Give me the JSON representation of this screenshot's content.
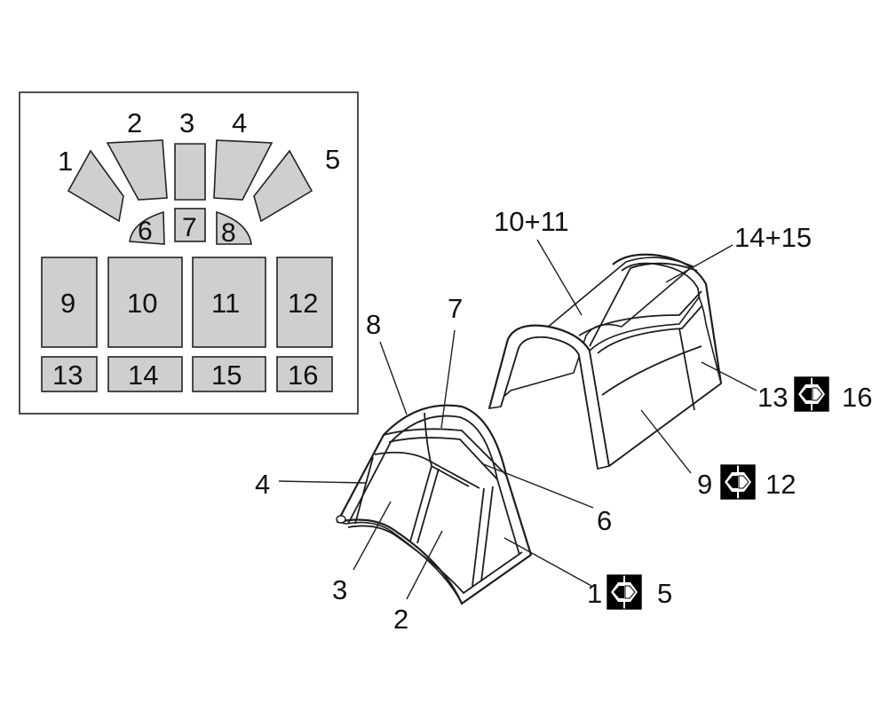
{
  "legend_panel": {
    "fan_labels": [
      "1",
      "2",
      "3",
      "4",
      "5"
    ],
    "small_labels": [
      "6",
      "7",
      "8"
    ],
    "big_labels": [
      "9",
      "10",
      "11",
      "12"
    ],
    "strip_labels": [
      "13",
      "14",
      "15",
      "16"
    ]
  },
  "callouts": {
    "front_tent": {
      "c1": "1",
      "c1_pair": "5",
      "c2": "2",
      "c3": "3",
      "c4": "4",
      "c6": "6",
      "c7": "7",
      "c8": "8"
    },
    "rear_tunnel": {
      "c10_11": "10+11",
      "c14_15": "14+15",
      "c13": "13",
      "c13_pair": "16",
      "c9": "9",
      "c9_pair": "12"
    }
  },
  "icons": {
    "swap": "mirror-swap-icon"
  },
  "colors": {
    "panel_fill": "#cfcfcf",
    "line": "#1e1e1e",
    "background": "#ffffff"
  }
}
